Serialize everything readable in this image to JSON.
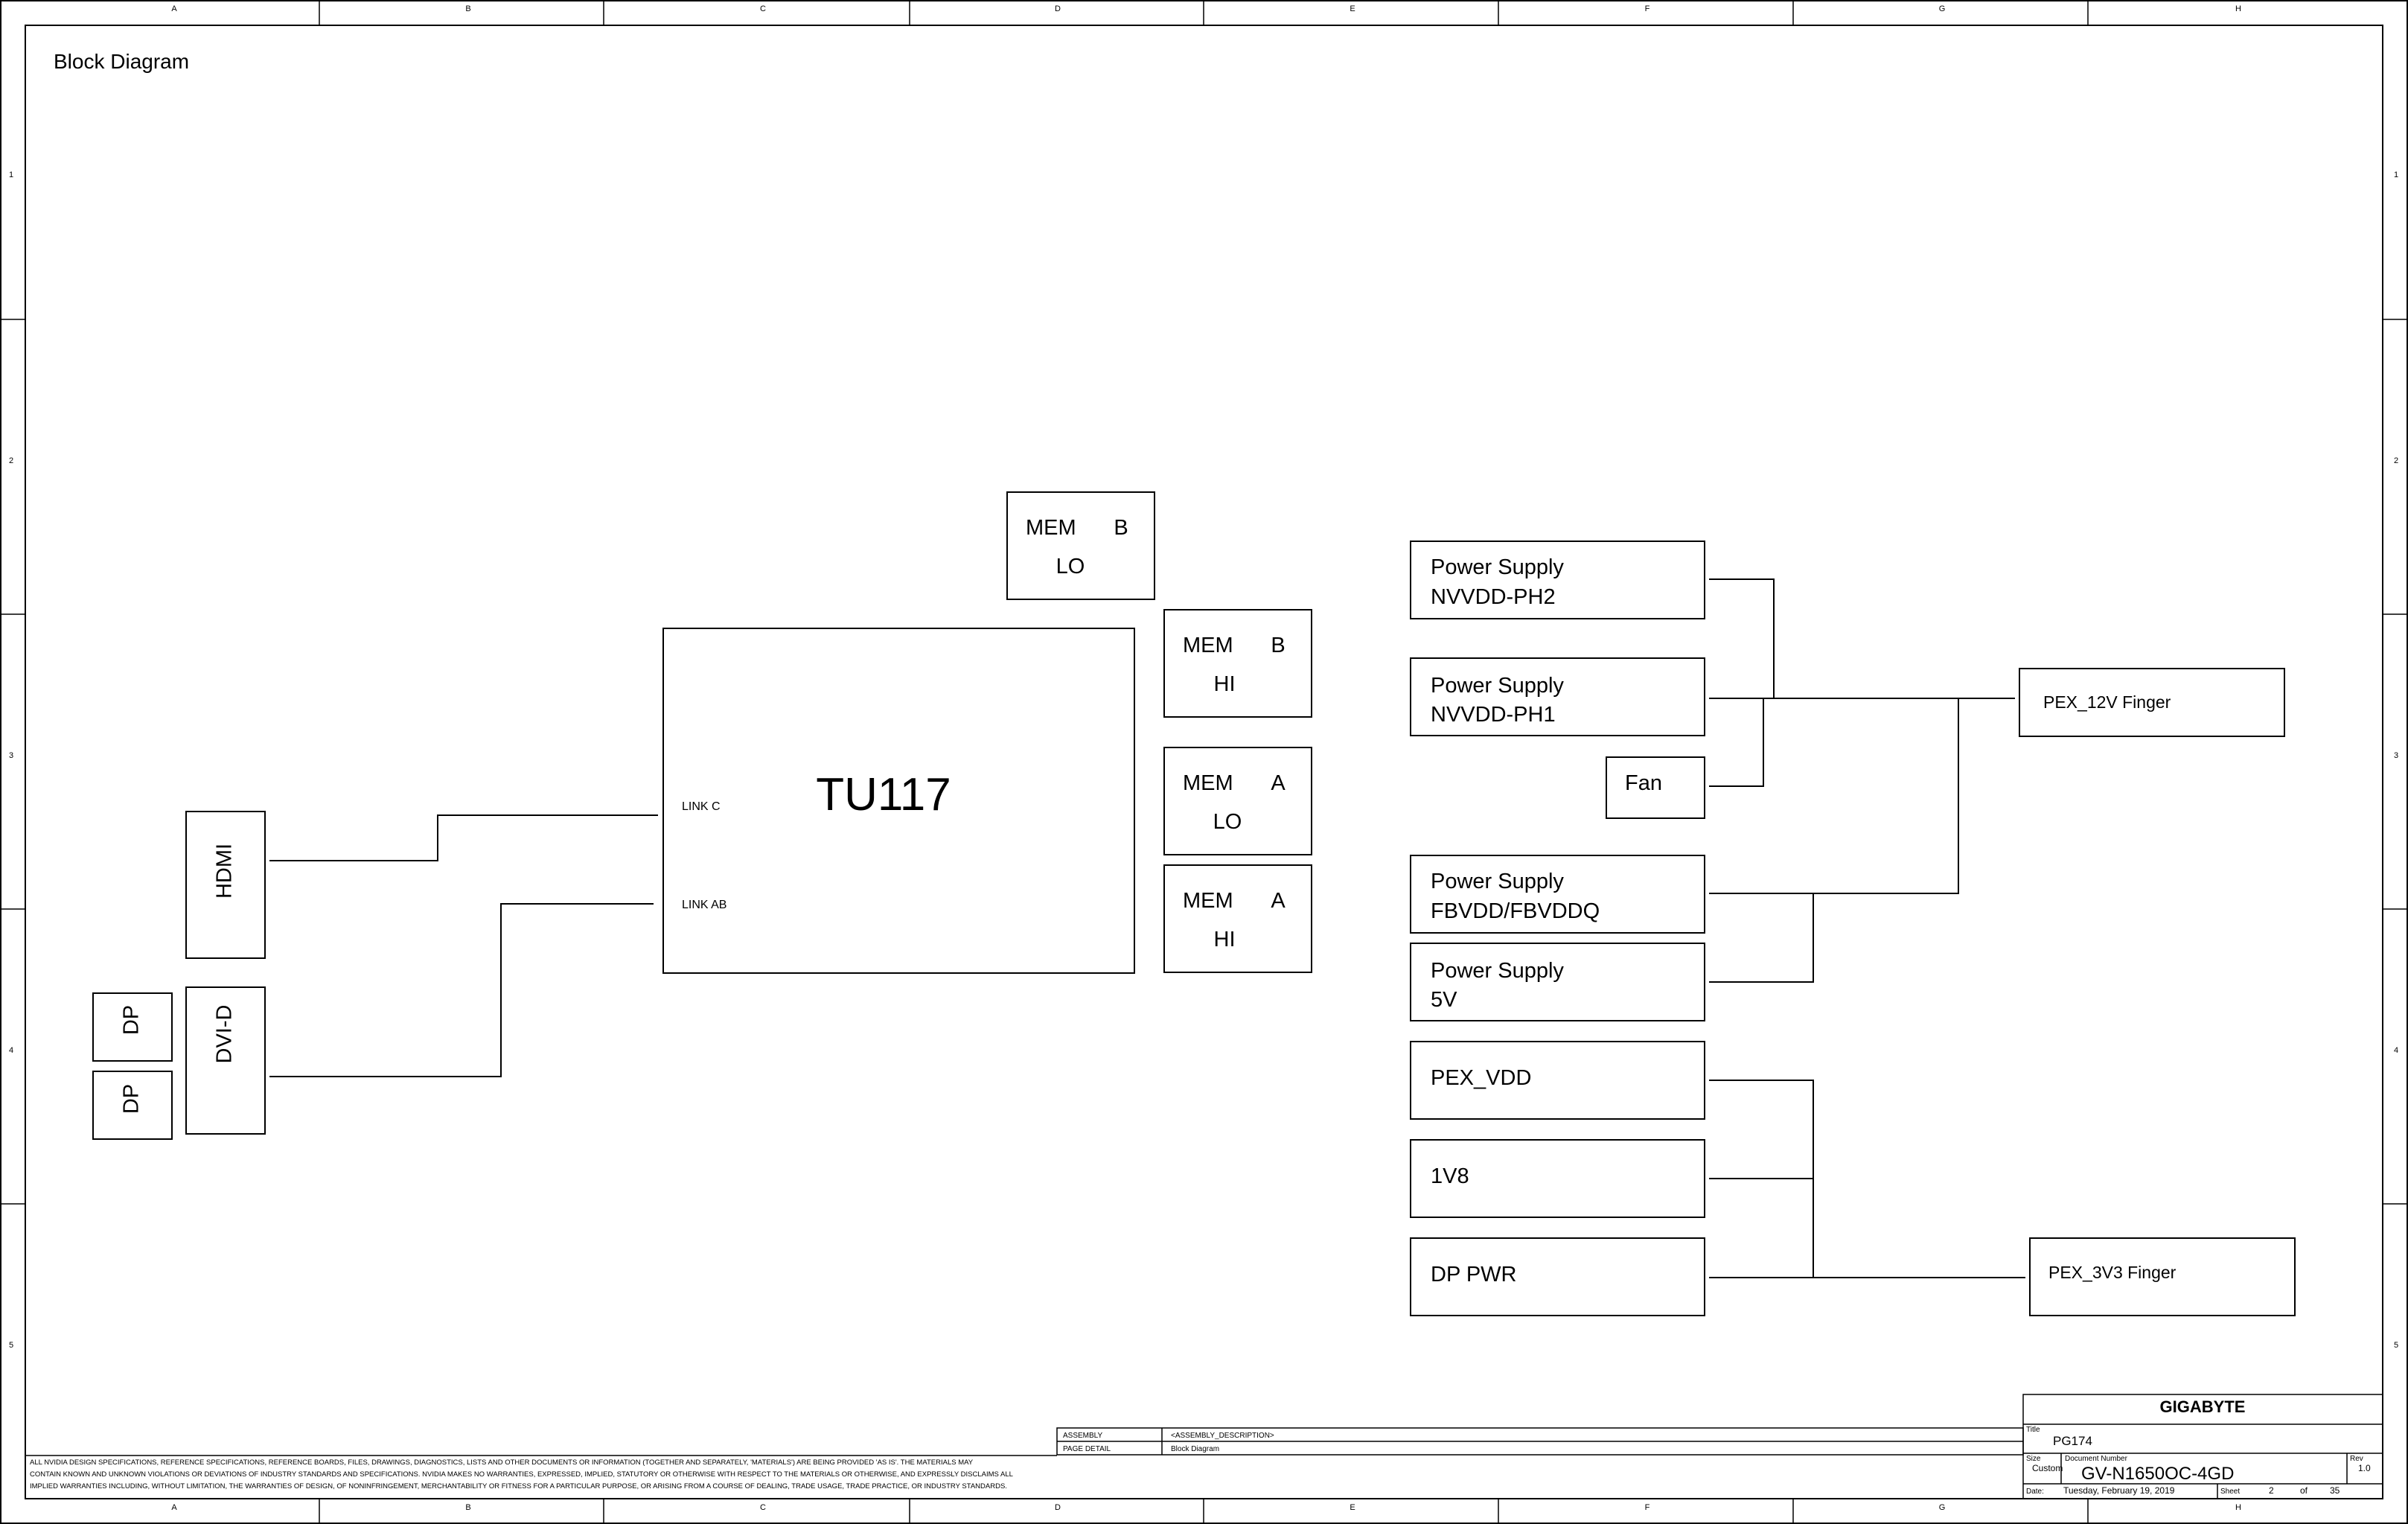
{
  "sheet_title": "Block Diagram",
  "border": {
    "columns": [
      "A",
      "B",
      "C",
      "D",
      "E",
      "F",
      "G",
      "H"
    ],
    "rows": [
      "1",
      "2",
      "3",
      "4",
      "5"
    ]
  },
  "gpu": {
    "name": "TU117",
    "link_c": "LINK C",
    "link_ab": "LINK AB"
  },
  "memory": [
    {
      "line1": "MEM",
      "bank": "B",
      "half": "LO"
    },
    {
      "line1": "MEM",
      "bank": "B",
      "half": "HI"
    },
    {
      "line1": "MEM",
      "bank": "A",
      "half": "LO"
    },
    {
      "line1": "MEM",
      "bank": "A",
      "half": "HI"
    }
  ],
  "connectors": {
    "hdmi": "HDMI",
    "dvi": "DVI-D",
    "dp1": "DP",
    "dp2": "DP"
  },
  "power_blocks": [
    {
      "line1": "Power Supply",
      "line2": "NVVDD-PH2"
    },
    {
      "line1": "Power Supply",
      "line2": "NVVDD-PH1"
    },
    {
      "line1": "Fan",
      "line2": ""
    },
    {
      "line1": "Power Supply",
      "line2": "FBVDD/FBVDDQ"
    },
    {
      "line1": "Power Supply",
      "line2": "5V"
    },
    {
      "line1": "PEX_VDD",
      "line2": ""
    },
    {
      "line1": "1V8",
      "line2": ""
    },
    {
      "line1": "DP PWR",
      "line2": ""
    }
  ],
  "fingers": {
    "pex_12v": "PEX_12V Finger",
    "pex_3v3": "PEX_3V3 Finger"
  },
  "title_block": {
    "company": "GIGABYTE",
    "title_label": "Title",
    "title": "PG174",
    "size_label": "Size",
    "size": "Custom",
    "doc_label": "Document Number",
    "doc_number": "GV-N1650OC-4GD",
    "rev_label": "Rev",
    "rev": "1.0",
    "date_label": "Date:",
    "date": "Tuesday, February 19, 2019",
    "sheet_label": "Sheet",
    "sheet_num": "2",
    "of_label": "of",
    "sheet_total": "35"
  },
  "assembly": {
    "assembly_label": "ASSEMBLY",
    "assembly_value": "<ASSEMBLY_DESCRIPTION>",
    "page_detail_label": "PAGE DETAIL",
    "page_detail_value": "Block Diagram"
  },
  "disclaimer": [
    "ALL NVIDIA DESIGN SPECIFICATIONS, REFERENCE SPECIFICATIONS, REFERENCE BOARDS, FILES, DRAWINGS, DIAGNOSTICS, LISTS AND OTHER DOCUMENTS OR INFORMATION (TOGETHER AND SEPARATELY, 'MATERIALS') ARE BEING PROVIDED 'AS IS'. THE MATERIALS MAY",
    "CONTAIN KNOWN AND UNKNOWN VIOLATIONS OR DEVIATIONS OF INDUSTRY STANDARDS AND SPECIFICATIONS. NVIDIA MAKES NO WARRANTIES, EXPRESSED, IMPLIED, STATUTORY OR OTHERWISE WITH RESPECT TO THE MATERIALS OR OTHERWISE, AND EXPRESSLY DISCLAIMS ALL",
    "IMPLIED WARRANTIES INCLUDING, WITHOUT LIMITATION, THE WARRANTIES OF DESIGN, OF NONINFRINGEMENT, MERCHANTABILITY OR FITNESS FOR A PARTICULAR PURPOSE, OR ARISING FROM A COURSE OF DEALING, TRADE USAGE, TRADE PRACTICE, OR INDUSTRY STANDARDS."
  ]
}
